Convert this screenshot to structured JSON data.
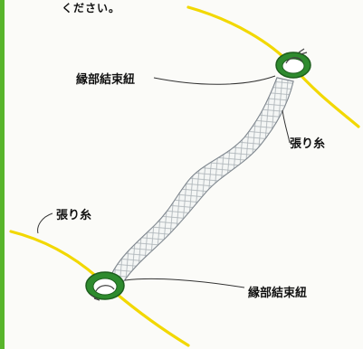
{
  "caption_fragment": "ください。",
  "labels": {
    "top_binding": "縁部結束紐",
    "right_thread": "張り糸",
    "left_thread": "張り糸",
    "bottom_binding": "縁部結束紐"
  },
  "colors": {
    "accent_bar": "#58b52b",
    "thread": "#f2d800",
    "ring": "#2e8b2e",
    "net": "#9aa1a6"
  }
}
